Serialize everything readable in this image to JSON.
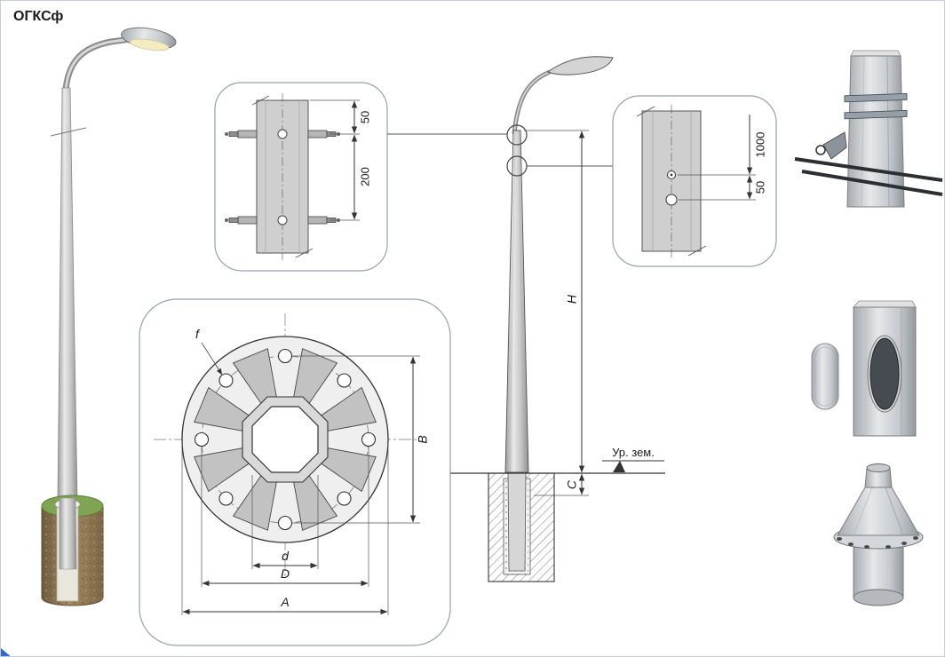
{
  "title": "ОГКСф",
  "detail_top": {
    "dim_top": "50",
    "dim_bottom": "200"
  },
  "detail_right": {
    "dim_top": "1000",
    "dim_bottom": "50"
  },
  "elevation": {
    "dim_h": "H",
    "dim_c": "C",
    "ground_label": "Ур. зем."
  },
  "flange": {
    "dim_f": "f",
    "dim_b": "B",
    "dim_d_small": "d",
    "dim_d_big": "D",
    "dim_a": "A"
  },
  "colors": {
    "line": "#333333",
    "pole_gray": "#c9c9c9",
    "soil_brown": "#9b7c55",
    "grass_green": "#7fa554"
  }
}
